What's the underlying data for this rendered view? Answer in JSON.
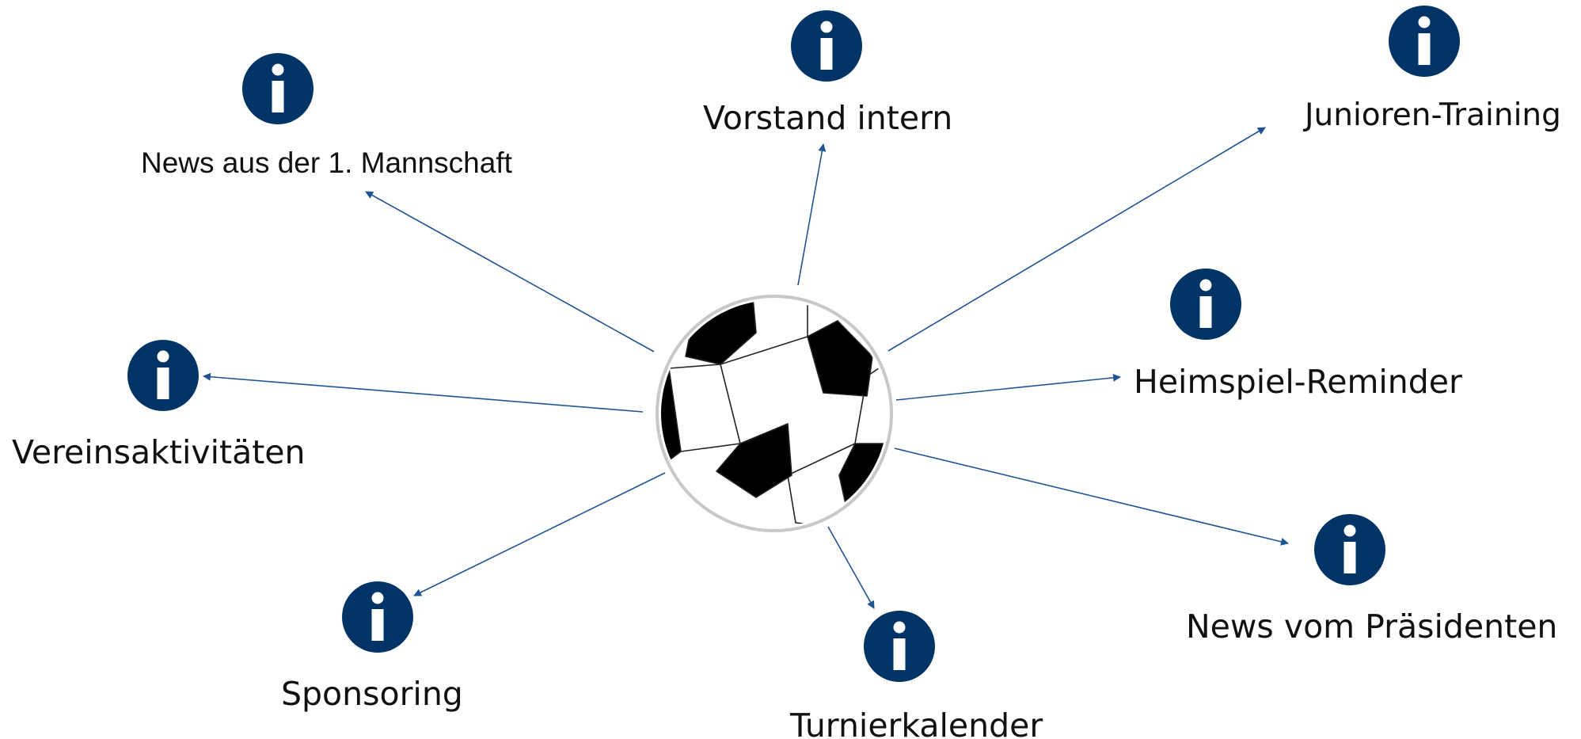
{
  "diagram": {
    "colors": {
      "arrow": "#1f5493",
      "info_icon": "#003366",
      "ball_black": "#000000",
      "ball_outline": "#bdbdbd"
    },
    "center": {
      "icon": "soccer-ball"
    },
    "topics": [
      {
        "id": "news-1-mannschaft",
        "label": "News aus der 1. Mannschaft",
        "icon": "info-icon"
      },
      {
        "id": "vorstand-intern",
        "label": "Vorstand intern",
        "icon": "info-icon"
      },
      {
        "id": "junioren-training",
        "label": "Junioren-Training",
        "icon": "info-icon"
      },
      {
        "id": "heimspiel-reminder",
        "label": "Heimspiel-Reminder",
        "icon": "info-icon"
      },
      {
        "id": "news-vom-praesidenten",
        "label": "News vom Präsidenten",
        "icon": "info-icon"
      },
      {
        "id": "turnierkalender",
        "label": "Turnierkalender",
        "icon": "info-icon"
      },
      {
        "id": "sponsoring",
        "label": "Sponsoring",
        "icon": "info-icon"
      },
      {
        "id": "vereinsaktivitaeten",
        "label": "Vereinsaktivitäten",
        "icon": "info-icon"
      }
    ]
  }
}
